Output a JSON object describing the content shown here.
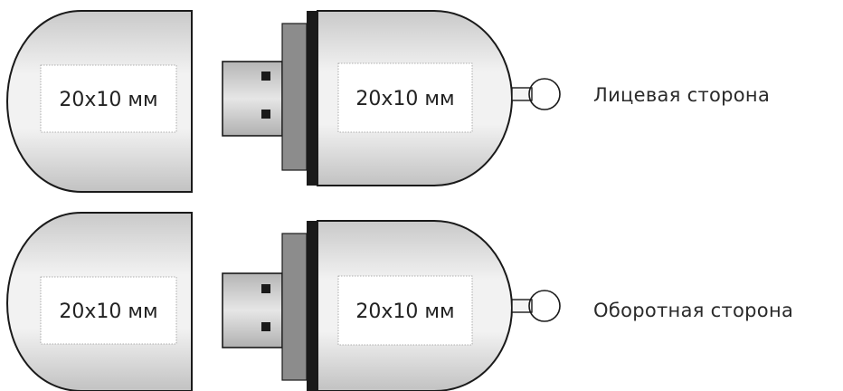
{
  "rows": [
    {
      "side_label": "Лицевая сторона",
      "cap_print_area": "20x10 мм",
      "body_print_area": "20x10 мм"
    },
    {
      "side_label": "Оборотная  сторона",
      "cap_print_area": "20x10 мм",
      "body_print_area": "20x10 мм"
    }
  ],
  "colors": {
    "casing_fill": "#dcdcdc",
    "casing_stroke": "#1a1a1a",
    "grip_fill": "#8c8c8c",
    "black_band": "#1a1a1a",
    "usb_plug": "#c8c8c8",
    "label_box": "#ffffff"
  }
}
